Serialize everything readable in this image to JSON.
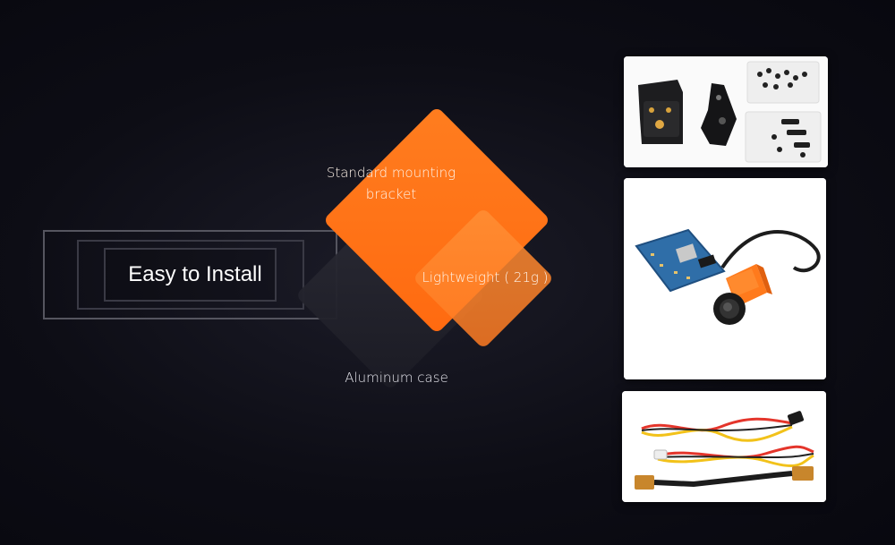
{
  "headline": {
    "text": "Easy to Install"
  },
  "features": {
    "bracket": "Standard mounting bracket",
    "weight": "Lightweight ( 21g )",
    "case": "Aluminum case"
  },
  "colors": {
    "accent": "#ff7417",
    "accent_light": "#ff8a2a",
    "dark_tile": "#25252f",
    "background": "#0d0d15"
  },
  "photos": {
    "bracket_kit": "bracket-kit-photo",
    "camera_board": "camera-board-photo",
    "cables": "cables-photo"
  }
}
